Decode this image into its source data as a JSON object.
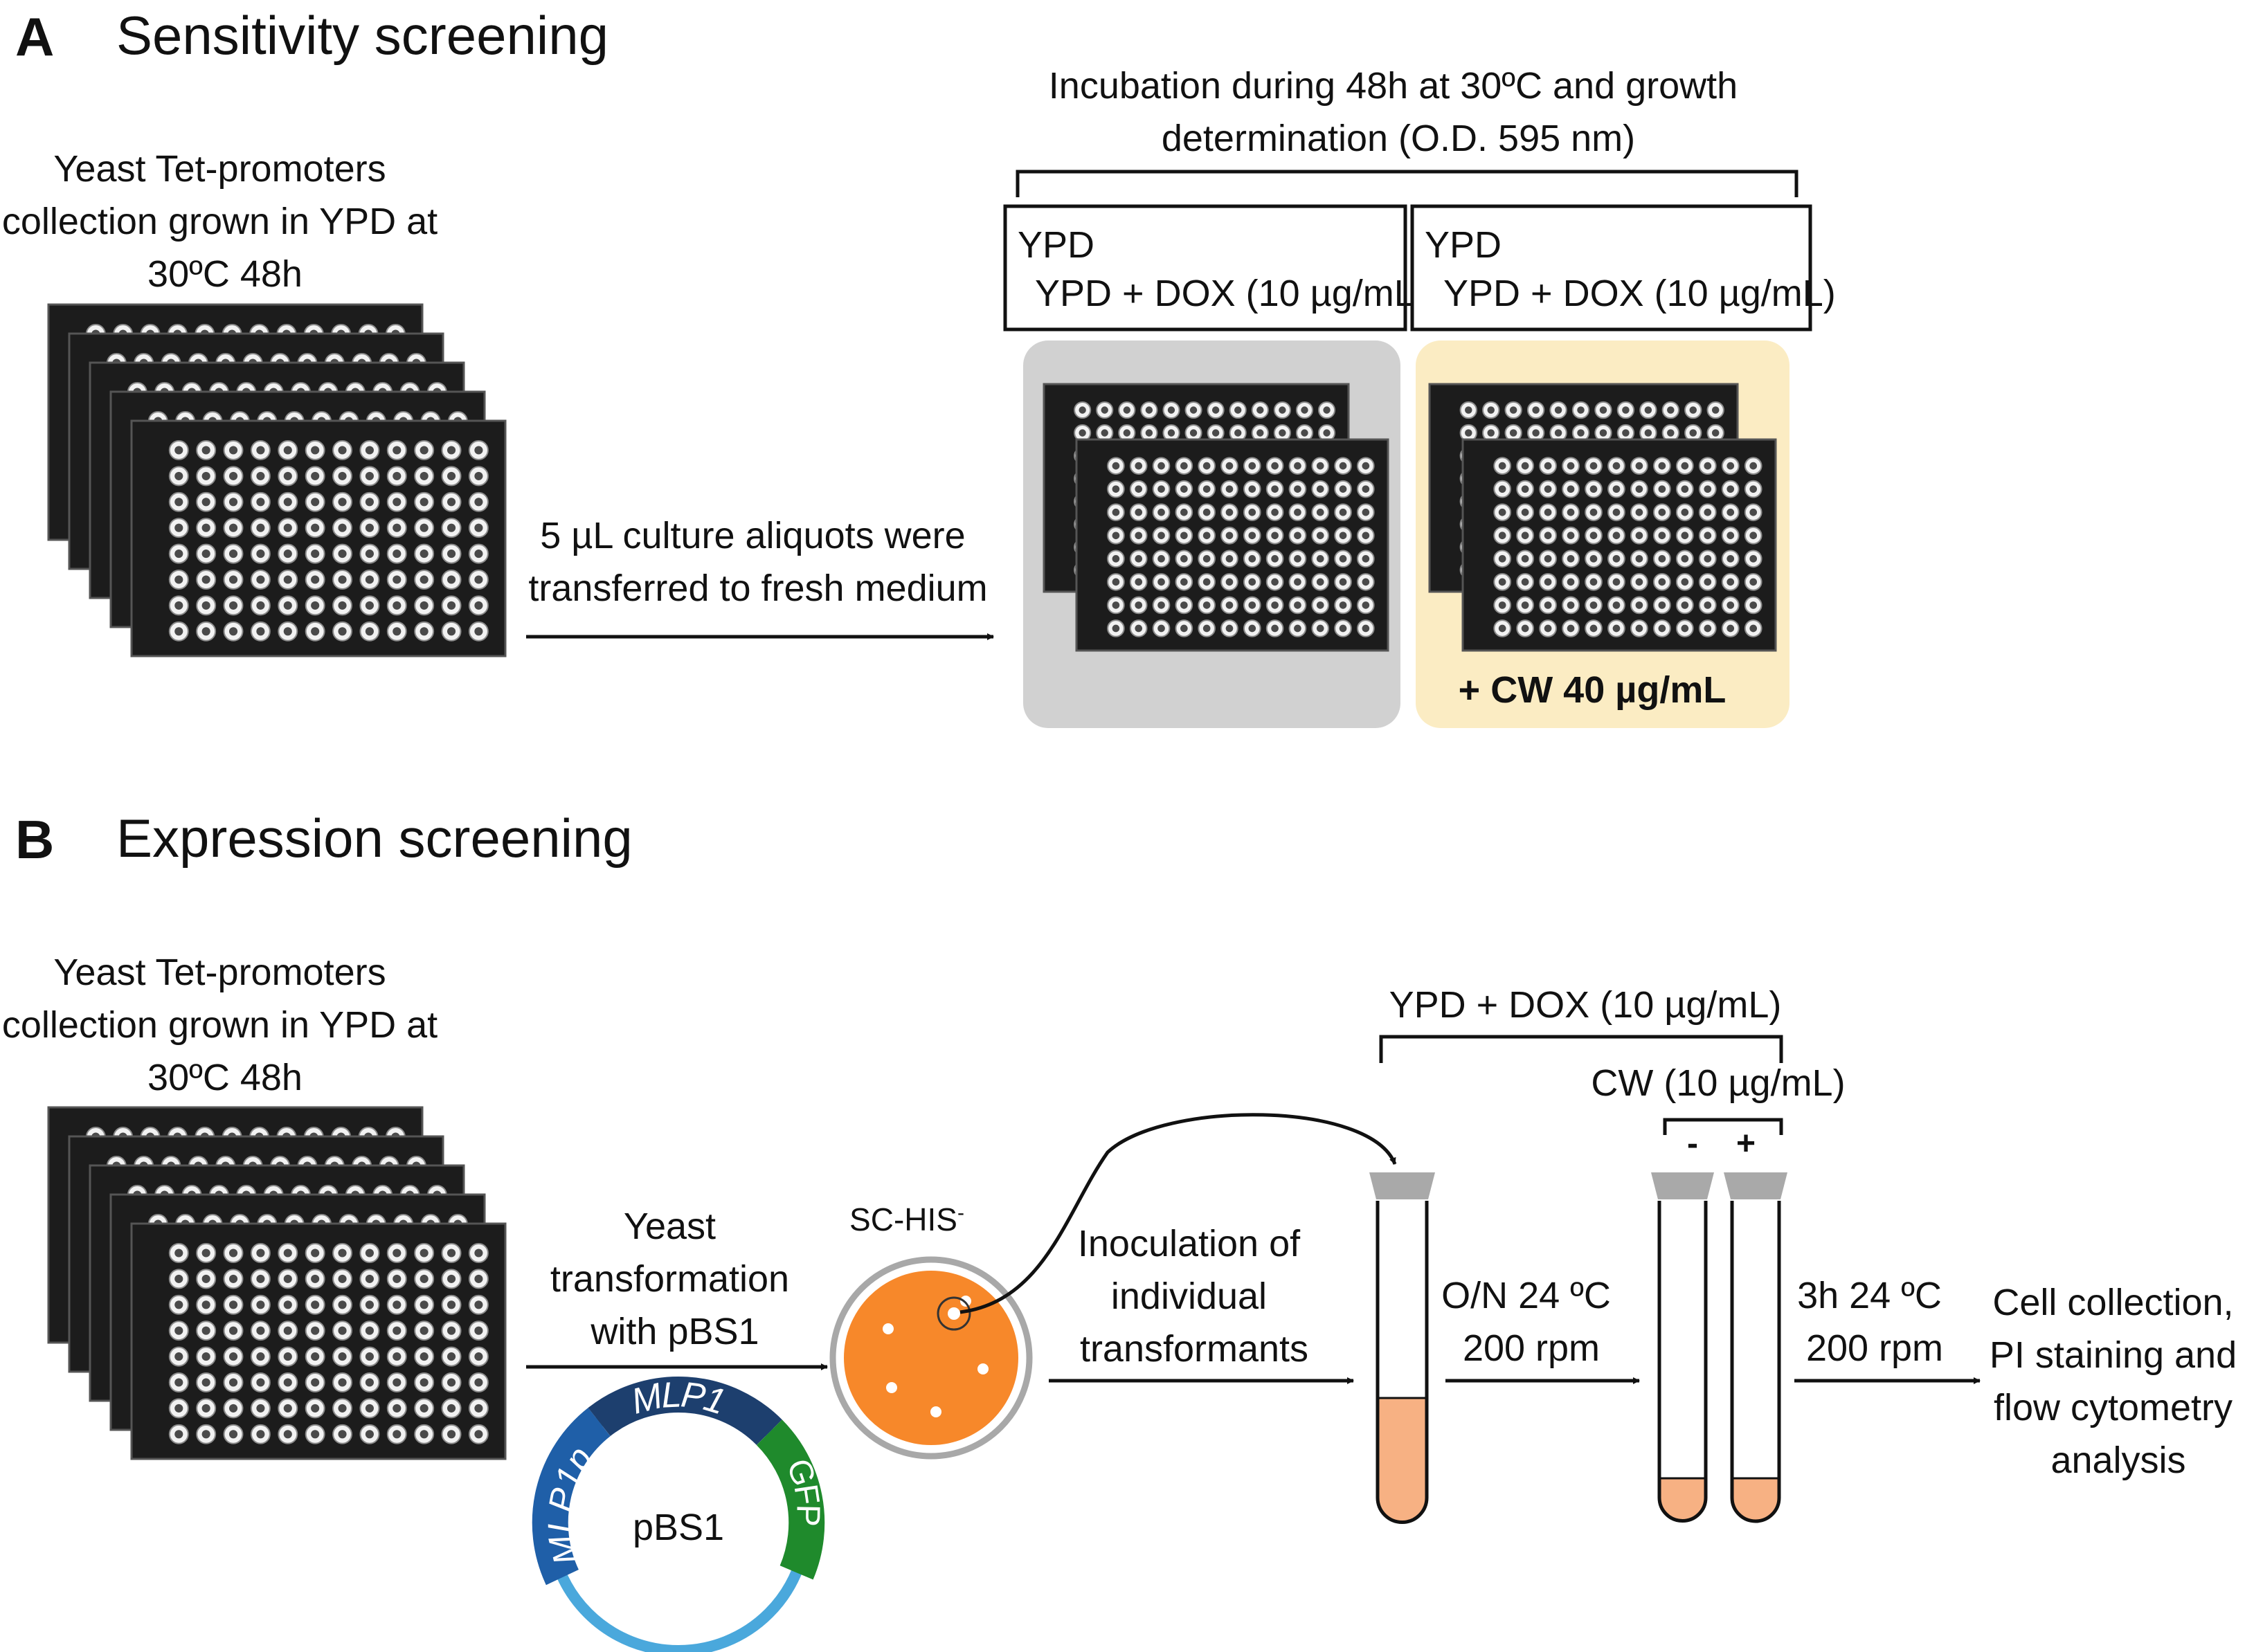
{
  "panel_a": {
    "letter": "A",
    "title": "Sensitivity screening",
    "collection_text": [
      "Yeast Tet-promoters",
      "collection grown in YPD at",
      "30ºC 48h"
    ],
    "transfer_text": [
      "5 µL culture aliquots were",
      "transferred to fresh medium"
    ],
    "incubation_text": [
      "Incubation during 48h at 30ºC and growth",
      "determination (O.D. 595 nm)"
    ],
    "box_left": {
      "line1": "YPD",
      "line2": "YPD + DOX (10 µg/mL)"
    },
    "box_right": {
      "line1": "YPD",
      "line2": "YPD + DOX (10 µg/mL)"
    },
    "cw_label": "+ CW 40 µg/mL",
    "colors": {
      "gray_panel": "#d1d1d1",
      "yellow_panel": "#fbecc3"
    }
  },
  "panel_b": {
    "letter": "B",
    "title": "Expression screening",
    "collection_text": [
      "Yeast Tet-promoters",
      "collection grown in YPD at",
      "30ºC 48h"
    ],
    "transformation_text": [
      "Yeast",
      "transformation",
      "with pBS1"
    ],
    "plate_label": "SC-HIS",
    "plate_label_sup": "-",
    "inoculation_text": [
      "Inoculation of",
      "individual",
      "transformants"
    ],
    "overnight_text": [
      "O/N 24 ºC",
      "200 rpm"
    ],
    "dox_label": "YPD + DOX (10 µg/mL)",
    "cw_label": "CW (10 µg/mL)",
    "minus_label": "-",
    "plus_label": "+",
    "incubation_text": [
      "3h 24 ºC",
      "200 rpm"
    ],
    "final_text": [
      "Cell collection,",
      "PI staining and",
      "flow cytometry",
      "analysis"
    ],
    "plasmid": {
      "name": "pBS1",
      "promoter": "MLP1p",
      "gene": "MLP1",
      "reporter": "GFP"
    },
    "colors": {
      "plate_orange": "#f7882a",
      "tube_fill": "#f7b183",
      "plasmid_blue": "#1f5fa8",
      "plasmid_navy": "#1d3f6e",
      "plasmid_green": "#1f8a2c",
      "plasmid_ring": "#4aa8dc"
    }
  },
  "icons": {
    "plate_stack": "microplate-stack-icon",
    "culture_plate": "petri-dish-icon",
    "tube": "culture-tube-icon",
    "plasmid": "plasmid-map-icon"
  }
}
